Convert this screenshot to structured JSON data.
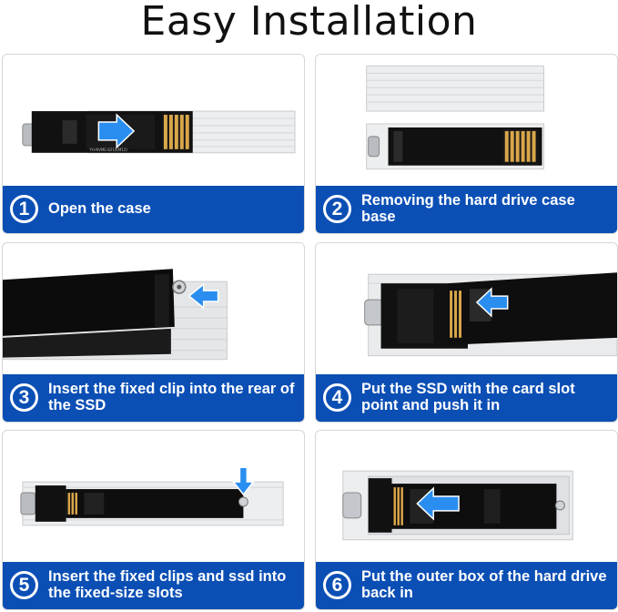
{
  "title": "Easy Installation",
  "steps": [
    {
      "number": "1",
      "caption": "Open the case"
    },
    {
      "number": "2",
      "caption": "Removing the hard drive case base"
    },
    {
      "number": "3",
      "caption": "Insert the fixed clip into the rear of the SSD"
    },
    {
      "number": "4",
      "caption": "Put the SSD with the card slot point and push it in"
    },
    {
      "number": "5",
      "caption": "Insert the fixed clips and ssd into the fixed-size slots"
    },
    {
      "number": "6",
      "caption": "Put the outer box of the hard drive back in"
    }
  ],
  "pcb_label": "YH-NVME-8210(M12)",
  "colors": {
    "banner": "#0b4fb5",
    "arrow": "#2a8ef0",
    "pcb": "#111111",
    "case": "#e9eaec"
  }
}
